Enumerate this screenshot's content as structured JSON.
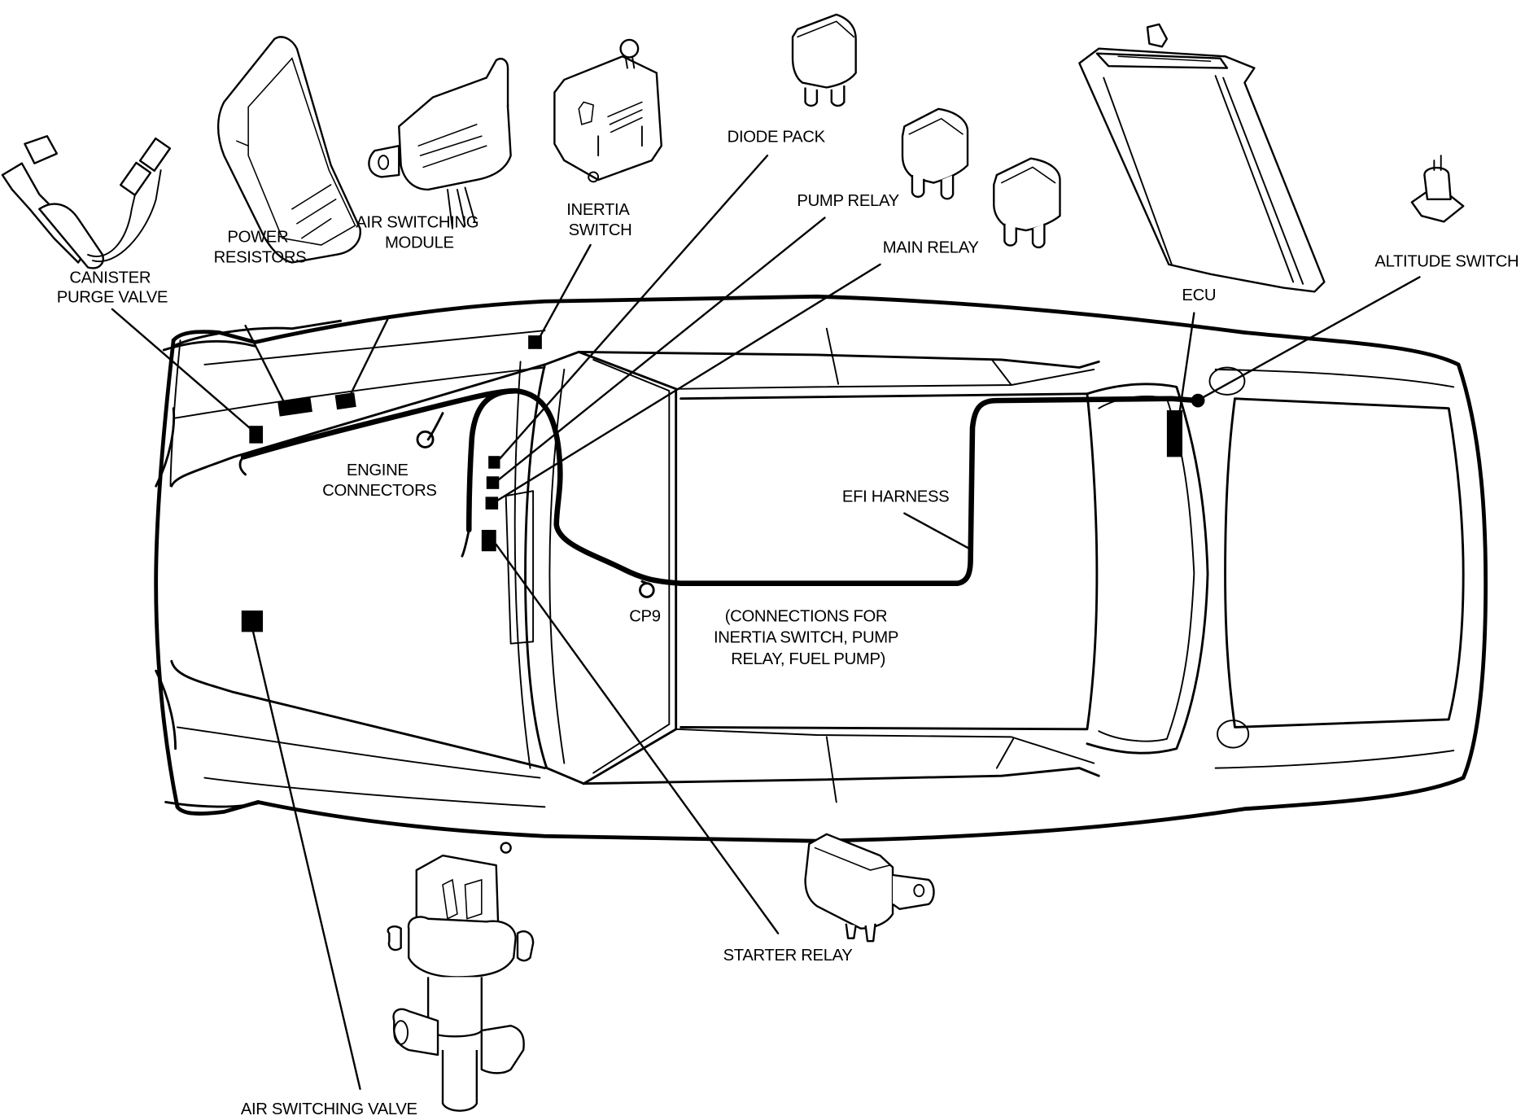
{
  "diagram": {
    "title": "EFI system component locations",
    "labels": {
      "canister_purge_valve": [
        "CANISTER",
        "PURGE VALVE"
      ],
      "power_resistors": [
        "POWER",
        "RESISTORS"
      ],
      "air_switching_module": [
        "AIR SWITCHING",
        "MODULE"
      ],
      "inertia_switch": [
        "INERTIA",
        "SWITCH"
      ],
      "diode_pack": [
        "DIODE PACK"
      ],
      "pump_relay": [
        "PUMP RELAY"
      ],
      "main_relay": [
        "MAIN RELAY"
      ],
      "ecu": [
        "ECU"
      ],
      "altitude_switch": [
        "ALTITUDE SWITCH"
      ],
      "engine_connectors": [
        "ENGINE",
        "CONNECTORS"
      ],
      "efi_harness": [
        "EFI HARNESS"
      ],
      "cp9": [
        "CP9"
      ],
      "cp9_note": [
        "(CONNECTIONS FOR",
        "INERTIA SWITCH, PUMP",
        "RELAY, FUEL PUMP)"
      ],
      "starter_relay": [
        "STARTER RELAY"
      ],
      "air_switching_valve": [
        "AIR SWITCHING VALVE"
      ]
    },
    "components": [
      "canister-purge-valve",
      "power-resistors",
      "air-switching-module",
      "inertia-switch",
      "diode-pack",
      "pump-relay",
      "main-relay",
      "ecu",
      "altitude-switch",
      "starter-relay",
      "air-switching-valve"
    ],
    "colors": {
      "ink": "#000000",
      "paper": "#ffffff"
    }
  }
}
